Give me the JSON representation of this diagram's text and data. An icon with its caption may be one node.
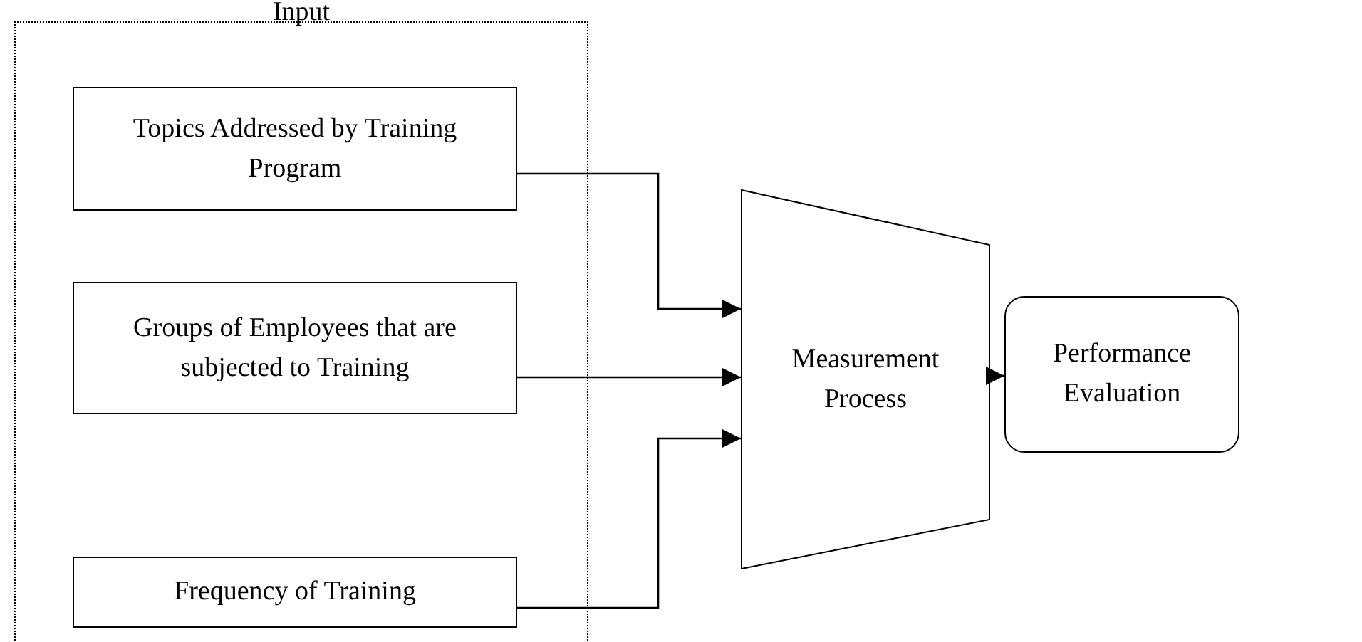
{
  "diagram": {
    "nodes": [
      {
        "text": [
          "Input"
        ]
      },
      {
        "text": [
          "Topics Addressed by Training Program"
        ],
        "in": 0
      },
      {
        "text": [
          "Groups of Employees that are subjected to Training"
        ],
        "in": 0
      },
      {
        "text": [
          "Frequency of Training"
        ],
        "in": 0
      },
      {
        "text": [
          "Measurement Process"
        ]
      },
      {
        "text": [
          "Performance Evaluation"
        ]
      }
    ],
    "edges": [
      {
        "from": 1,
        "to": 4,
        "arrow": "to"
      },
      {
        "from": 2,
        "to": 4,
        "arrow": "to"
      },
      {
        "from": 3,
        "to": 4,
        "arrow": "to"
      },
      {
        "from": 4,
        "to": 5,
        "arrow": "to"
      }
    ]
  }
}
